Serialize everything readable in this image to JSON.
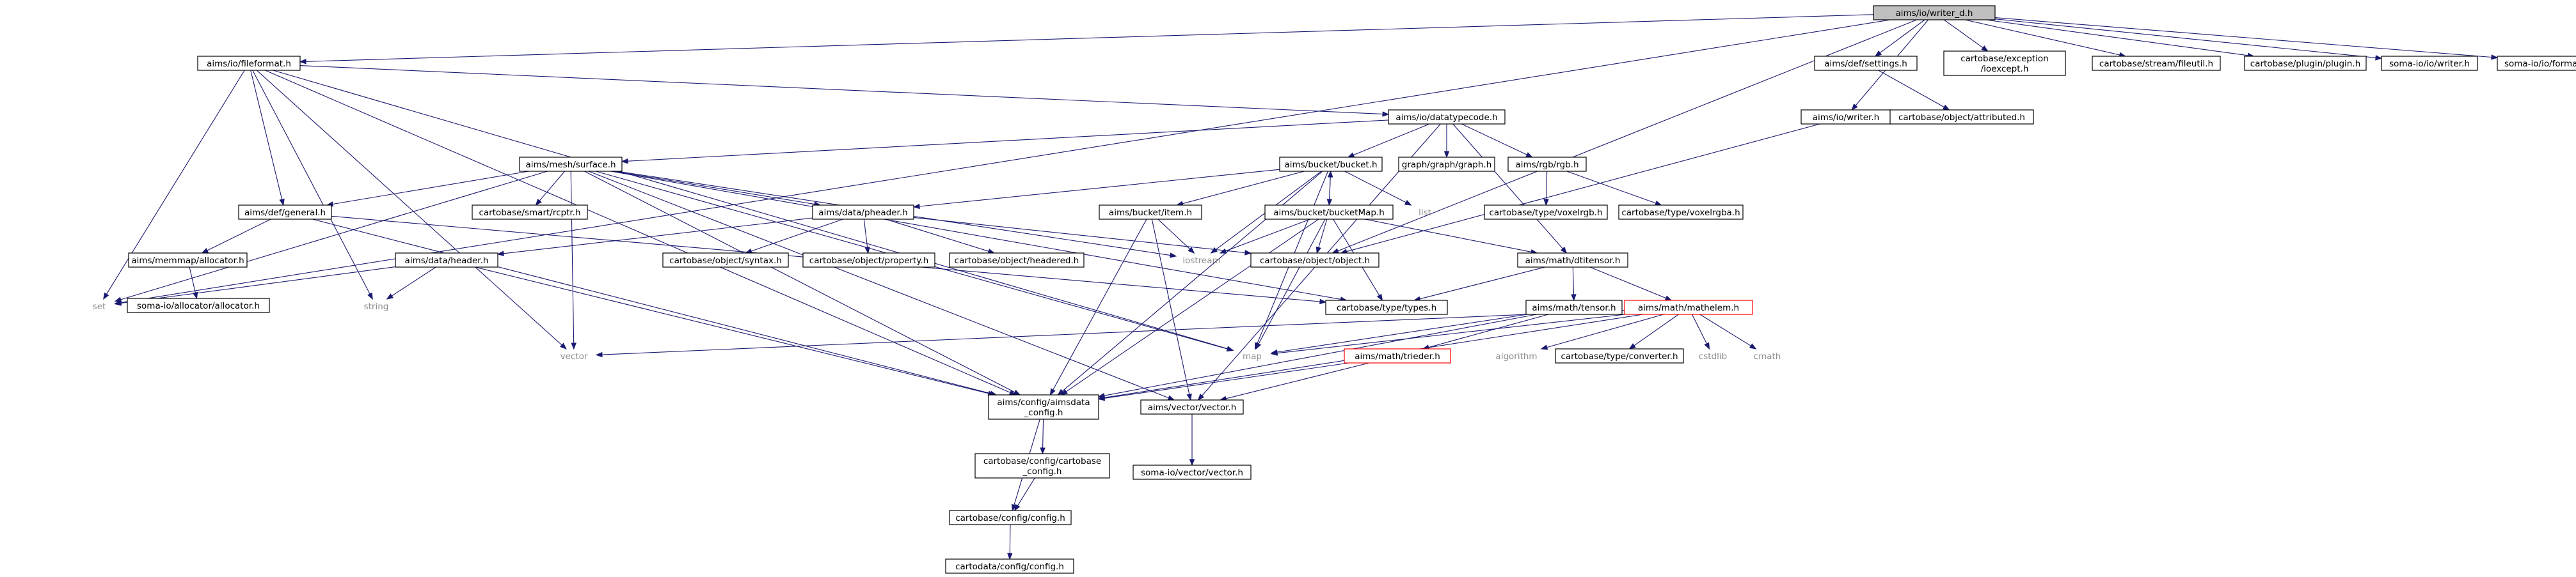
{
  "diagram": {
    "nodes": [
      {
        "id": "root",
        "label": "aims/io/writer_d.h",
        "style": "root"
      },
      {
        "id": "fileformat",
        "label": "aims/io/fileformat.h"
      },
      {
        "id": "settings",
        "label": "aims/def/settings.h"
      },
      {
        "id": "ioexcept",
        "label": "cartobase/exception\n/ioexcept.h"
      },
      {
        "id": "fileutil",
        "label": "cartobase/stream/fileutil.h"
      },
      {
        "id": "plugin",
        "label": "cartobase/plugin/plugin.h"
      },
      {
        "id": "somawriter",
        "label": "soma-io/io/writer.h"
      },
      {
        "id": "formatdict",
        "label": "soma-io/io/formatdictionary.h"
      },
      {
        "id": "aimswriter",
        "label": "aims/io/writer.h"
      },
      {
        "id": "attributed",
        "label": "cartobase/object/attributed.h"
      },
      {
        "id": "datatypecode",
        "label": "aims/io/datatypecode.h"
      },
      {
        "id": "surface",
        "label": "aims/mesh/surface.h"
      },
      {
        "id": "bucket",
        "label": "aims/bucket/bucket.h"
      },
      {
        "id": "graph",
        "label": "graph/graph/graph.h"
      },
      {
        "id": "rgb",
        "label": "aims/rgb/rgb.h"
      },
      {
        "id": "general",
        "label": "aims/def/general.h"
      },
      {
        "id": "rcptr",
        "label": "cartobase/smart/rcptr.h"
      },
      {
        "id": "pheader",
        "label": "aims/data/pheader.h"
      },
      {
        "id": "list",
        "label": "list",
        "style": "noline"
      },
      {
        "id": "item",
        "label": "aims/bucket/item.h"
      },
      {
        "id": "bucketmap",
        "label": "aims/bucket/bucketMap.h"
      },
      {
        "id": "voxelrgb",
        "label": "cartobase/type/voxelrgb.h"
      },
      {
        "id": "voxelrgba",
        "label": "cartobase/type/voxelrgba.h"
      },
      {
        "id": "memmap",
        "label": "aims/memmap/allocator.h"
      },
      {
        "id": "header",
        "label": "aims/data/header.h"
      },
      {
        "id": "syntax",
        "label": "cartobase/object/syntax.h"
      },
      {
        "id": "property",
        "label": "cartobase/object/property.h"
      },
      {
        "id": "headered",
        "label": "cartobase/object/headered.h"
      },
      {
        "id": "iostream",
        "label": "iostream",
        "style": "noline"
      },
      {
        "id": "object",
        "label": "cartobase/object/object.h"
      },
      {
        "id": "dtitensor",
        "label": "aims/math/dtitensor.h"
      },
      {
        "id": "set",
        "label": "set",
        "style": "noline"
      },
      {
        "id": "somaalloc",
        "label": "soma-io/allocator/allocator.h"
      },
      {
        "id": "string",
        "label": "string",
        "style": "noline"
      },
      {
        "id": "types",
        "label": "cartobase/type/types.h"
      },
      {
        "id": "tensor",
        "label": "aims/math/tensor.h"
      },
      {
        "id": "mathelem",
        "label": "aims/math/mathelem.h",
        "style": "trunc"
      },
      {
        "id": "vector",
        "label": "vector",
        "style": "noline"
      },
      {
        "id": "map",
        "label": "map",
        "style": "noline"
      },
      {
        "id": "trieder",
        "label": "aims/math/trieder.h",
        "style": "trunc"
      },
      {
        "id": "algorithm",
        "label": "algorithm",
        "style": "noline"
      },
      {
        "id": "converter",
        "label": "cartobase/type/converter.h"
      },
      {
        "id": "cstdlib",
        "label": "cstdlib",
        "style": "noline"
      },
      {
        "id": "cmath",
        "label": "cmath",
        "style": "noline"
      },
      {
        "id": "aimsdata",
        "label": "aims/config/aimsdata\n_config.h"
      },
      {
        "id": "vectorh",
        "label": "aims/vector/vector.h"
      },
      {
        "id": "cartoconf",
        "label": "cartobase/config/cartobase\n_config.h"
      },
      {
        "id": "somavector",
        "label": "soma-io/vector/vector.h"
      },
      {
        "id": "config",
        "label": "cartobase/config/config.h"
      },
      {
        "id": "cartodata",
        "label": "cartodata/config/config.h"
      }
    ],
    "edges": [
      [
        "root",
        "fileformat"
      ],
      [
        "root",
        "settings"
      ],
      [
        "root",
        "ioexcept"
      ],
      [
        "root",
        "fileutil"
      ],
      [
        "root",
        "plugin"
      ],
      [
        "root",
        "somawriter"
      ],
      [
        "root",
        "formatdict"
      ],
      [
        "root",
        "aimswriter"
      ],
      [
        "root",
        "set"
      ],
      [
        "root",
        "object"
      ],
      [
        "settings",
        "attributed"
      ],
      [
        "aimswriter",
        "object"
      ],
      [
        "fileformat",
        "datatypecode"
      ],
      [
        "fileformat",
        "general"
      ],
      [
        "fileformat",
        "set"
      ],
      [
        "fileformat",
        "string"
      ],
      [
        "fileformat",
        "vector"
      ],
      [
        "fileformat",
        "map"
      ],
      [
        "fileformat",
        "aimsdata"
      ],
      [
        "datatypecode",
        "surface"
      ],
      [
        "datatypecode",
        "bucket"
      ],
      [
        "datatypecode",
        "graph"
      ],
      [
        "datatypecode",
        "rgb"
      ],
      [
        "datatypecode",
        "dtitensor"
      ],
      [
        "datatypecode",
        "vectorh"
      ],
      [
        "surface",
        "general"
      ],
      [
        "surface",
        "rcptr"
      ],
      [
        "surface",
        "pheader"
      ],
      [
        "surface",
        "iostream"
      ],
      [
        "surface",
        "set"
      ],
      [
        "surface",
        "vector"
      ],
      [
        "surface",
        "map"
      ],
      [
        "surface",
        "types"
      ],
      [
        "surface",
        "vectorh"
      ],
      [
        "surface",
        "aimsdata"
      ],
      [
        "bucket",
        "pheader"
      ],
      [
        "bucket",
        "list"
      ],
      [
        "bucket",
        "item"
      ],
      [
        "bucket",
        "bucketmap"
      ],
      [
        "bucket",
        "iostream"
      ],
      [
        "bucket",
        "map"
      ],
      [
        "bucket",
        "aimsdata"
      ],
      [
        "rgb",
        "voxelrgb"
      ],
      [
        "rgb",
        "voxelrgba"
      ],
      [
        "general",
        "memmap"
      ],
      [
        "general",
        "types"
      ],
      [
        "general",
        "aimsdata"
      ],
      [
        "memmap",
        "somaalloc"
      ],
      [
        "pheader",
        "header"
      ],
      [
        "pheader",
        "syntax"
      ],
      [
        "pheader",
        "property"
      ],
      [
        "pheader",
        "headered"
      ],
      [
        "pheader",
        "object"
      ],
      [
        "header",
        "set"
      ],
      [
        "header",
        "string"
      ],
      [
        "header",
        "aimsdata"
      ],
      [
        "item",
        "iostream"
      ],
      [
        "item",
        "vectorh"
      ],
      [
        "item",
        "aimsdata"
      ],
      [
        "bucketmap",
        "bucket"
      ],
      [
        "bucketmap",
        "object"
      ],
      [
        "bucketmap",
        "iostream"
      ],
      [
        "bucketmap",
        "types"
      ],
      [
        "bucketmap",
        "map"
      ],
      [
        "bucketmap",
        "dtitensor"
      ],
      [
        "bucketmap",
        "aimsdata"
      ],
      [
        "dtitensor",
        "types"
      ],
      [
        "dtitensor",
        "tensor"
      ],
      [
        "dtitensor",
        "mathelem"
      ],
      [
        "tensor",
        "map"
      ],
      [
        "tensor",
        "trieder"
      ],
      [
        "tensor",
        "aimsdata"
      ],
      [
        "mathelem",
        "vector"
      ],
      [
        "mathelem",
        "map"
      ],
      [
        "mathelem",
        "algorithm"
      ],
      [
        "mathelem",
        "converter"
      ],
      [
        "mathelem",
        "cstdlib"
      ],
      [
        "mathelem",
        "cmath"
      ],
      [
        "mathelem",
        "aimsdata"
      ],
      [
        "trieder",
        "vectorh"
      ],
      [
        "trieder",
        "aimsdata"
      ],
      [
        "aimsdata",
        "cartoconf"
      ],
      [
        "aimsdata",
        "config"
      ],
      [
        "cartoconf",
        "config"
      ],
      [
        "config",
        "cartodata"
      ],
      [
        "vectorh",
        "somavector"
      ]
    ]
  }
}
